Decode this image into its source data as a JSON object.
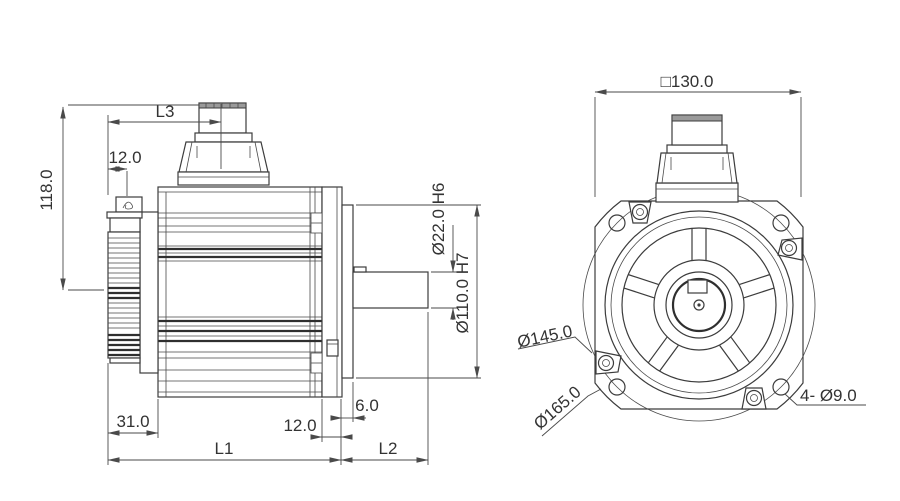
{
  "drawing": {
    "title": "servo-motor-outline-drawing",
    "colors": {
      "line": "#3c3c3c",
      "text": "#333333",
      "background": "#ffffff",
      "shade": "#9a9a9a"
    },
    "side_view": {
      "dims": {
        "overall_height": "118.0",
        "connector_offset": "L3",
        "rear_boss_width": "12.0",
        "rear_section_length": "31.0",
        "flange_thickness": "12.0",
        "spigot_depth": "6.0",
        "body_length": "L1",
        "shaft_length": "L2",
        "shaft_diameter": "Ø22.0 H6",
        "spigot_diameter": "Ø110.0 H7"
      }
    },
    "front_view": {
      "dims": {
        "flange_square": "□130.0",
        "bolt_circle_diameter": "Ø145.0",
        "corner_circle_diameter": "Ø165.0",
        "mounting_holes": "4- Ø9.0"
      }
    }
  }
}
